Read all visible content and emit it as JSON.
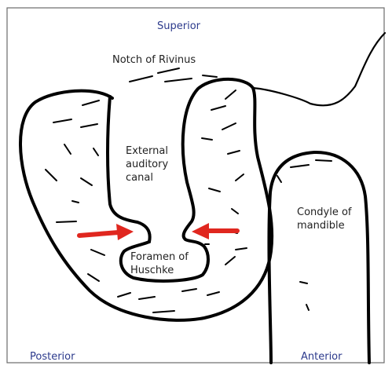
{
  "labels": {
    "superior": "Superior",
    "notch": "Notch of Rivinus",
    "eac_line1": "External",
    "eac_line2": "auditory",
    "eac_line3": "canal",
    "condyle_line1": "Condyle of",
    "condyle_line2": "mandible",
    "foramen_line1": "Foramen of",
    "foramen_line2": "Huschke",
    "posterior": "Posterior",
    "anterior": "Anterior"
  },
  "colors": {
    "outline": "#000000",
    "arrow": "#e0271f",
    "direction_text": "#2c3a8c",
    "border": "#6b6b6b"
  }
}
